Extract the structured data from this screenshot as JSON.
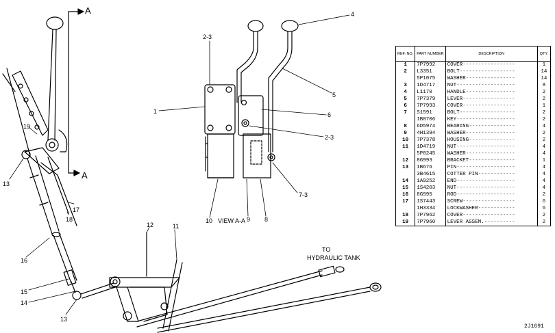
{
  "labels": {
    "a_top": "A",
    "a_bottom": "A",
    "view": "VIEW A-A",
    "to_tank_1": "TO",
    "to_tank_2": "HYDRAULIC TANK",
    "c4": "4",
    "c2_3a": "2-3",
    "c1": "1",
    "c5": "5",
    "c6": "6",
    "c2_3b": "2-3",
    "c7_3": "7-3",
    "c10": "10",
    "c9": "9",
    "c8": "8",
    "c19": "19",
    "c13a": "13",
    "c17": "17",
    "c18": "18",
    "c16": "16",
    "c12": "12",
    "c11": "11",
    "c15": "15",
    "c14": "14",
    "c13b": "13"
  },
  "table": {
    "headers": [
      "REF. NO.",
      "PART NUMBER",
      "DESCRIPTION",
      "QTY."
    ],
    "rows": [
      {
        "ref": "1",
        "pn": "7P7992",
        "desc": "COVER",
        "qty": "1"
      },
      {
        "ref": "2",
        "pn": "L3351",
        "desc": "BOLT",
        "qty": "14"
      },
      {
        "ref": "",
        "pn": "5P1075",
        "desc": "WASHER",
        "qty": "14"
      },
      {
        "ref": "3",
        "pn": "1D4717",
        "desc": "NUT",
        "qty": "8"
      },
      {
        "ref": "4",
        "pn": "L1170",
        "desc": "HANDLE",
        "qty": "2"
      },
      {
        "ref": "5",
        "pn": "7P7379",
        "desc": "LEVER",
        "qty": "2"
      },
      {
        "ref": "6",
        "pn": "7P7993",
        "desc": "COVER",
        "qty": "1"
      },
      {
        "ref": "7",
        "pn": "S1591",
        "desc": "BOLT",
        "qty": "2"
      },
      {
        "ref": "",
        "pn": "1B8706",
        "desc": "KEY",
        "qty": "2"
      },
      {
        "ref": "8",
        "pn": "6D5974",
        "desc": "BEARING",
        "qty": "4"
      },
      {
        "ref": "9",
        "pn": "4H1394",
        "desc": "WASHER",
        "qty": "2"
      },
      {
        "ref": "10",
        "pn": "7P7378",
        "desc": "HOUSING",
        "qty": "2"
      },
      {
        "ref": "11",
        "pn": "1D4719",
        "desc": "NUT",
        "qty": "4"
      },
      {
        "ref": "",
        "pn": "5P8245",
        "desc": "WASHER",
        "qty": "4"
      },
      {
        "ref": "12",
        "pn": "8G993",
        "desc": "BRACKET",
        "qty": "1"
      },
      {
        "ref": "13",
        "pn": "1B676",
        "desc": "PIN",
        "qty": "4"
      },
      {
        "ref": "",
        "pn": "3B4615",
        "desc": "COTTER PIN",
        "qty": "4"
      },
      {
        "ref": "14",
        "pn": "1A9252",
        "desc": "END",
        "qty": "4"
      },
      {
        "ref": "15",
        "pn": "1S4203",
        "desc": "NUT",
        "qty": "4"
      },
      {
        "ref": "16",
        "pn": "8G995",
        "desc": "ROD",
        "qty": "2"
      },
      {
        "ref": "17",
        "pn": "1S7443",
        "desc": "SCREW",
        "qty": "6"
      },
      {
        "ref": "",
        "pn": "1H3334",
        "desc": "LOCKWASHER",
        "qty": "6"
      },
      {
        "ref": "18",
        "pn": "7P7962",
        "desc": "COVER",
        "qty": "2"
      },
      {
        "ref": "19",
        "pn": "7P7960",
        "desc": "LEVER ASSEM.",
        "qty": "2"
      }
    ]
  },
  "diagram_id": "2J1691"
}
